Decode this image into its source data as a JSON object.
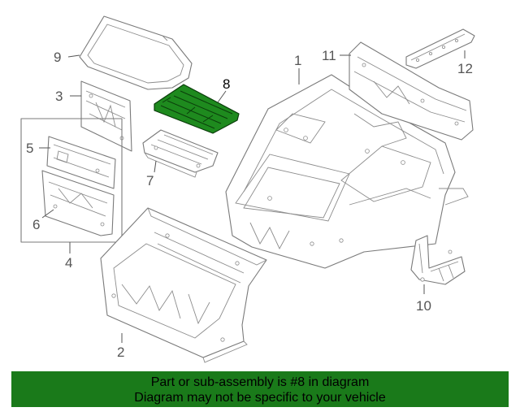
{
  "callouts": {
    "c1": "1",
    "c2": "2",
    "c3": "3",
    "c4": "4",
    "c5": "5",
    "c6": "6",
    "c7": "7",
    "c8": "8",
    "c9": "9",
    "c10": "10",
    "c11": "11",
    "c12": "12"
  },
  "banner": {
    "line1": "Part or sub-assembly is #8 in diagram",
    "line2": "Diagram may not be specific to your vehicle"
  },
  "colors": {
    "highlight": "#1e8a1e",
    "banner": "#1a7a1a",
    "linework": "#7a7a7a"
  }
}
